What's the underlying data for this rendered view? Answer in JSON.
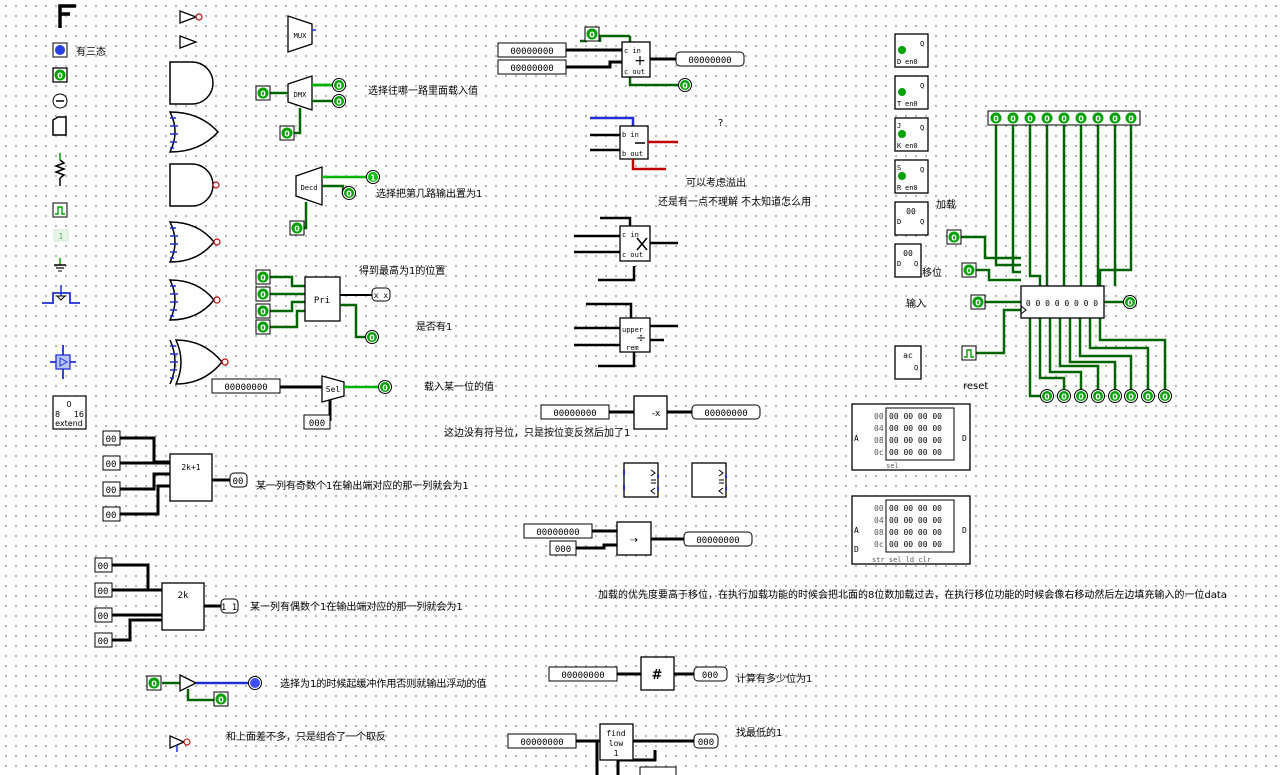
{
  "toolbox": {
    "tristate_label": "有三态",
    "pin_value": "0",
    "clock_label": "1",
    "extend_labels": {
      "top": "0",
      "left": "8",
      "right": "16",
      "bottom": "extend"
    }
  },
  "components": {
    "mux": "MUX",
    "dmx": "DMX",
    "decoder": "Decd",
    "priority": "Pri",
    "priority_xx": "x x",
    "selector": "Sel",
    "adder_cin": "c in",
    "adder_cout": "c out",
    "sub_bin": "b in",
    "sub_bout": "b out",
    "upper": "upper",
    "rem": "rem",
    "gate_2k1": "2k+1",
    "gate_2k": "2k",
    "find_low": "find\nlow",
    "register_ac": "ac",
    "sel_label": "sel",
    "ram_bottom": "str sel   ld clr",
    "shift_q": "Q",
    "en0": "en0"
  },
  "values": {
    "bus8": "00000000",
    "bus3": "000",
    "bus2": "00",
    "bus2b": "00",
    "bits11": "1 1",
    "zero": "0",
    "one": "1",
    "shift_out": "0 0 0 0 0 0 0 0",
    "ram_rows": [
      "00",
      "04",
      "08",
      "0c"
    ],
    "ram_cell": "00 00 00 00",
    "A": "A",
    "D": "D"
  },
  "notes": {
    "dmx": "选择往哪一路里面载入值",
    "decoder": "选择把第几路输出置为1",
    "priority": "得到最高为1的位置",
    "priority_any": "是否有1",
    "selector": "载入某一位的值",
    "negate": "这边没有符号位，只是按位变反然后加了1",
    "odd": "某一列有奇数个1在输出端对应的那一列就会为1",
    "even": "某一列有偶数个1在输出端对应的那一列就会为1",
    "buffer": "选择为1的时候起缓冲作用否则就输出浮动的值",
    "not_buffer": "和上面差不多，只是组合了一个取反",
    "question": "?",
    "overflow": "可以考虑溢出",
    "dont_understand": "还是有一点不理解 不太知道怎么用",
    "load": "加载",
    "shift": "移位",
    "input": "输入",
    "reset": "reset",
    "priority_desc": "加载的优先度要高于移位，在执行加载功能的时候会把北面的8位数加载过去，在执行移位功能的时候会像右移动然后左边填充输入的一位data",
    "bitcount": "计算有多少位为1",
    "find_low": "找最低的1"
  },
  "colors": {
    "wire": "#006400",
    "wire_bright": "#00b400",
    "pin_green": "#00a000",
    "bus_blue": "#1f2fd0",
    "red": "#c00000",
    "tri_blue": "#4050ff"
  }
}
